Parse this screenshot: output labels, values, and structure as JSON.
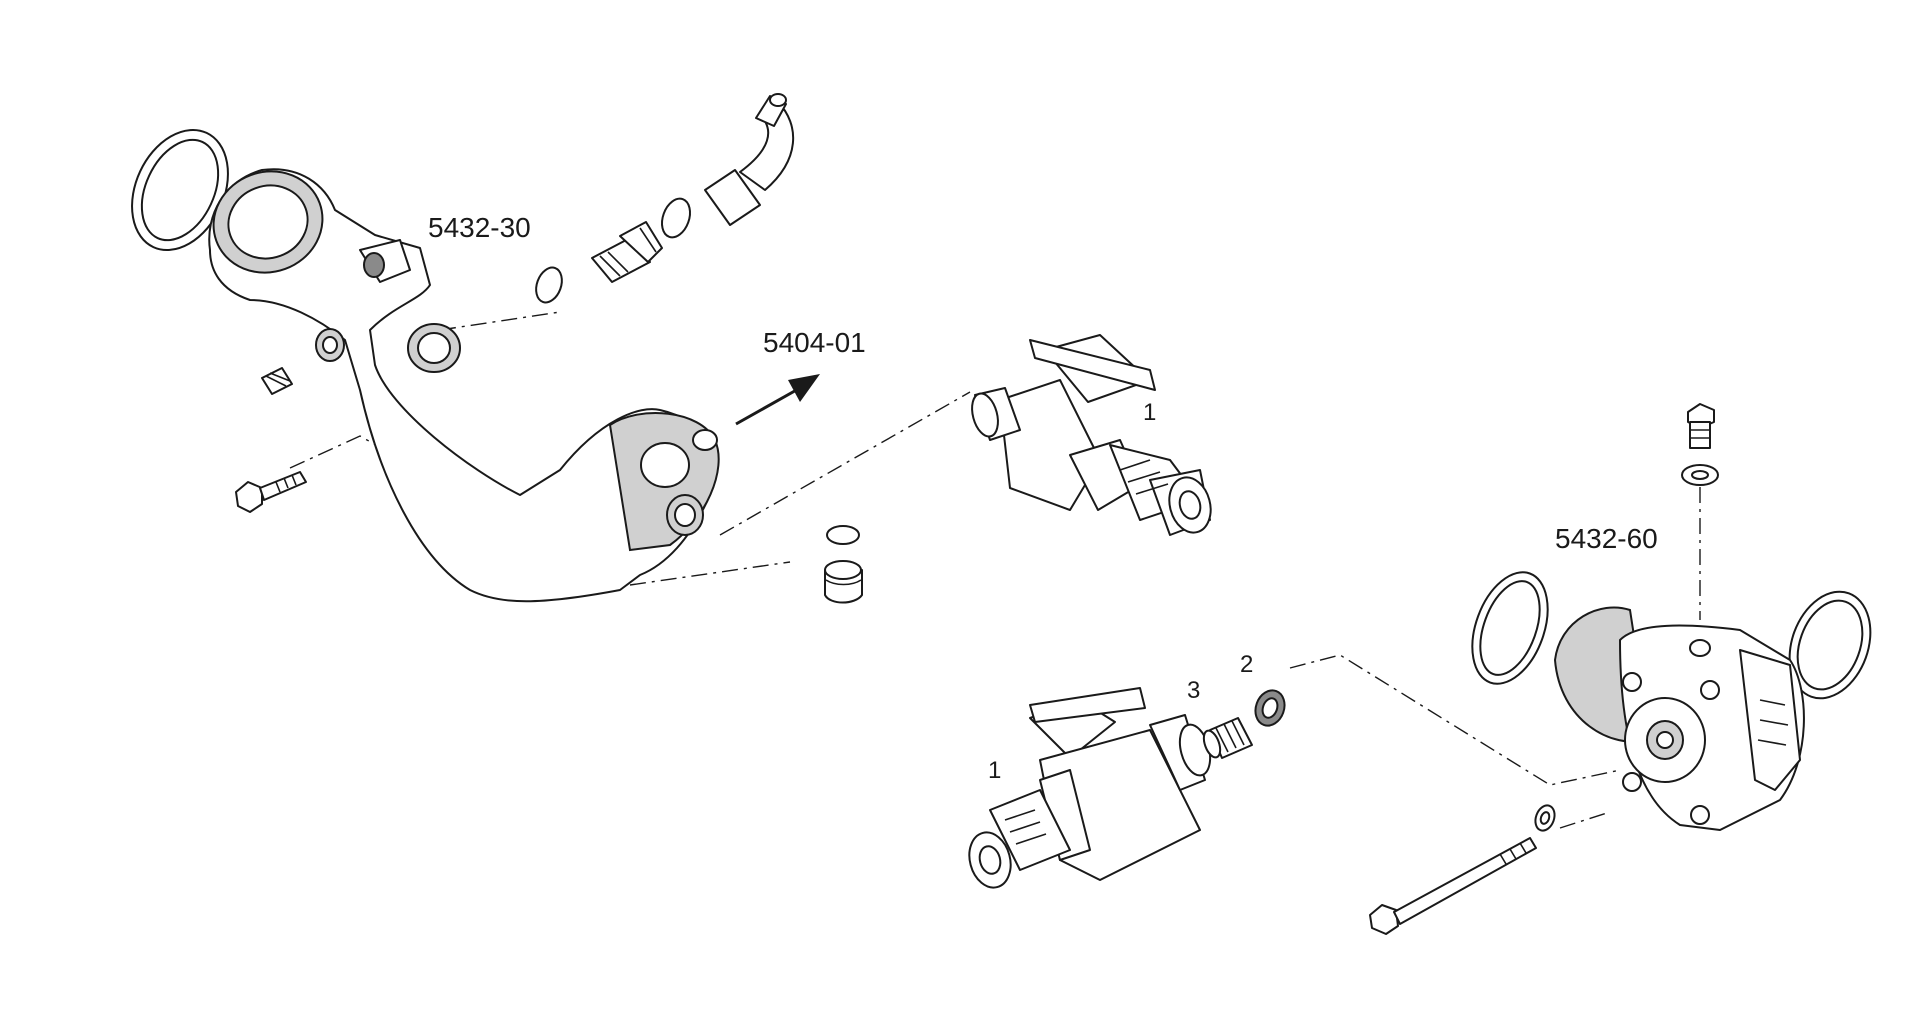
{
  "labels": {
    "part_5432_30": "5432-30",
    "part_5404_01": "5404-01",
    "part_5432_60": "5432-60",
    "callout_1_top": "1",
    "callout_1_bottom": "1",
    "callout_2": "2",
    "callout_3": "3"
  },
  "colors": {
    "line": "#1a1a1a",
    "background": "#ffffff",
    "shade": "#d0d0d0"
  }
}
